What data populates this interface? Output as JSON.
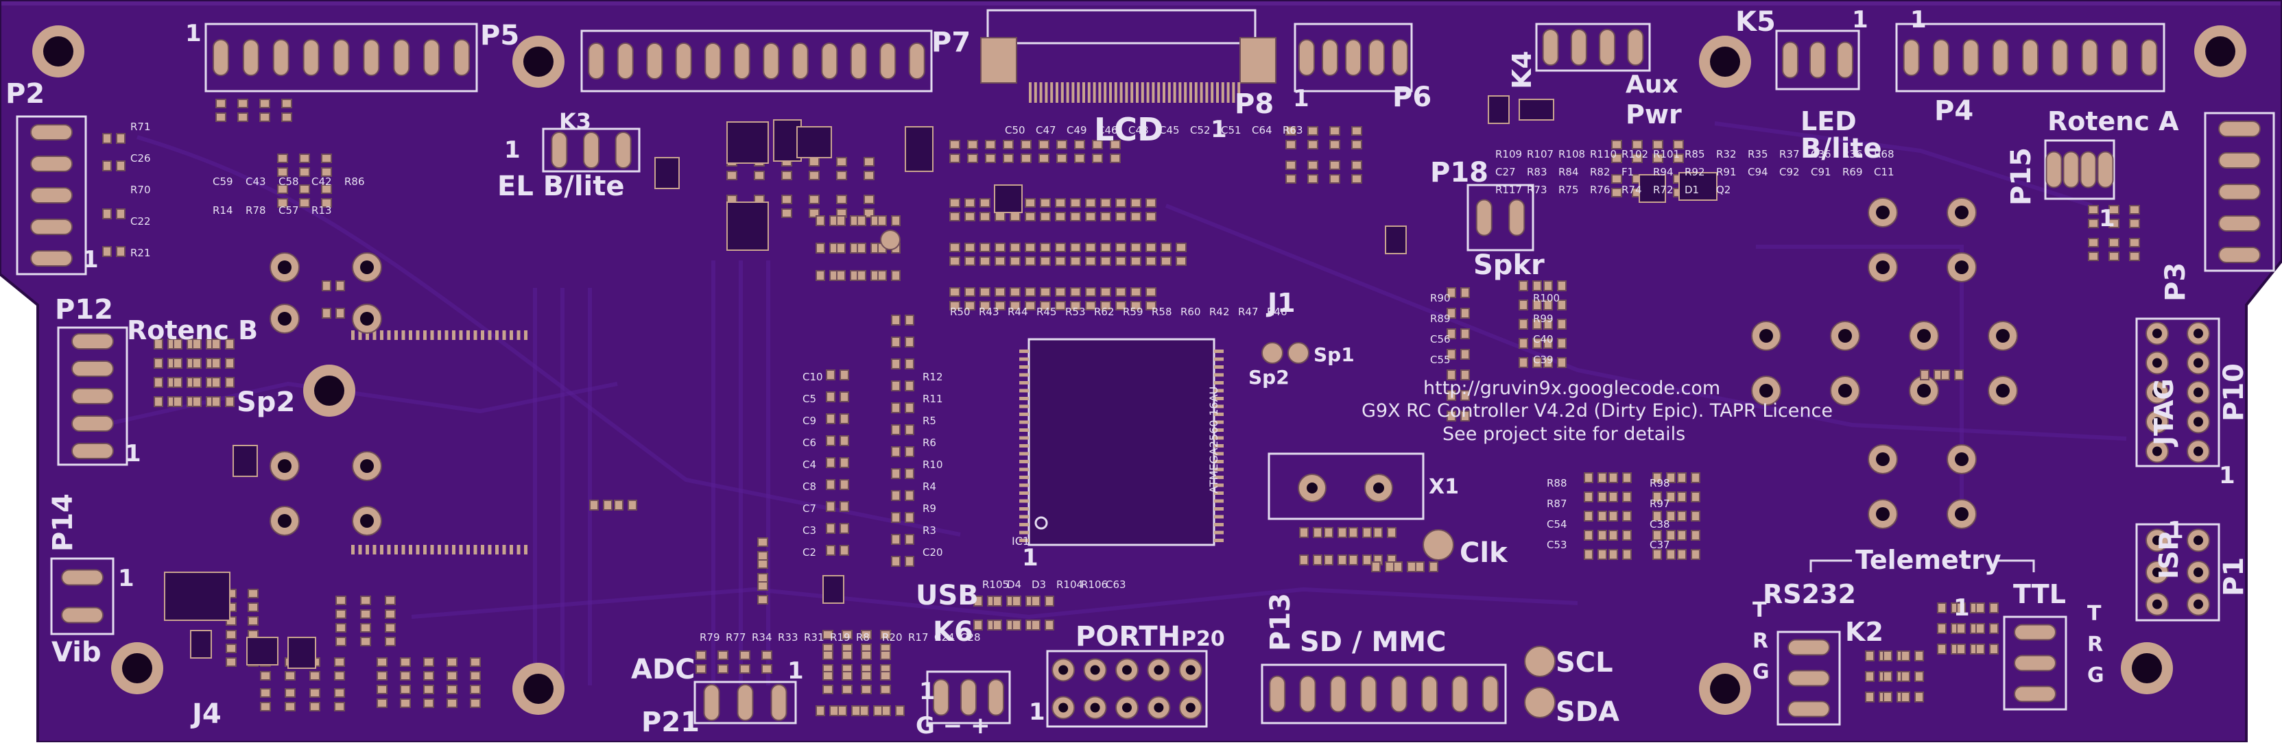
{
  "board": {
    "info_line1": "http://gruvin9x.googlecode.com",
    "info_line2": "G9X RC Controller V4.2d (Dirty Epic). TAPR Licence",
    "info_line3": "See project site for details",
    "ic_text": "ATMEGA2560-16AU",
    "ic_ref": "IC1"
  },
  "labels": {
    "p2": "P2",
    "p5": "P5",
    "p7": "P7",
    "p8": "P8",
    "p6": "P6",
    "p4": "P4",
    "p3": "P3",
    "p15": "P15",
    "p10": "P10",
    "p1": "P1",
    "p12": "P12",
    "p14": "P14",
    "p18": "P18",
    "p13": "P13",
    "p20": "P20",
    "p21": "P21",
    "k3": "K3",
    "k4": "K4",
    "k5": "K5",
    "k6": "K6",
    "k2": "K2",
    "j1": "J1",
    "j4": "J4",
    "lcd": "LCD",
    "el_blite": "EL B/lite",
    "led_blite1": "LED",
    "led_blite2": "B/lite",
    "aux": "Aux",
    "pwr": "Pwr",
    "rotenc_a": "Rotenc A",
    "rotenc_b": "Rotenc B",
    "spkr": "Spkr",
    "sp2": "Sp2",
    "sp1": "Sp1",
    "sp2_small": "Sp2",
    "jtag": "JTAG",
    "isp": "ISP",
    "vib": "Vib",
    "telemetry": "Telemetry",
    "rs232": "RS232",
    "ttl": "TTL",
    "sd_mmc": "SD / MMC",
    "scl": "SCL",
    "sda": "SDA",
    "clk": "Clk",
    "x1": "X1",
    "usb": "USB",
    "porth": "PORTH",
    "adc": "ADC",
    "g_minus_plus": "G − +",
    "one": "1",
    "t": "T",
    "r": "R",
    "g": "G"
  },
  "parts": {
    "left_col": [
      "R71",
      "C26",
      "R70",
      "C22",
      "R21"
    ],
    "top_left": [
      "C59",
      "C43",
      "C58",
      "C42",
      "R86",
      "R14",
      "R78",
      "C57",
      "R13"
    ],
    "caps_mid": [
      "C10",
      "C5",
      "C9",
      "C6",
      "C4",
      "C8",
      "C7",
      "C3",
      "C2"
    ],
    "res_mid": [
      "R12",
      "R11",
      "R5",
      "R6",
      "R10",
      "R4",
      "R9",
      "R3",
      "C20"
    ],
    "lcd_row": [
      "C50",
      "C47",
      "C49",
      "C46",
      "C48",
      "C45",
      "C52",
      "C51",
      "C64",
      "R63"
    ],
    "lcd_row2": [
      "R50",
      "R43",
      "R44",
      "R45",
      "R53",
      "R62",
      "R59",
      "R58",
      "R60",
      "R42",
      "R47",
      "R46"
    ],
    "right_block": [
      "R90",
      "R100",
      "R89",
      "R99",
      "C56",
      "C40",
      "C55",
      "C39"
    ],
    "right_block2": [
      "R88",
      "R98",
      "R87",
      "R97",
      "C54",
      "C38",
      "C53",
      "C37"
    ],
    "bottom_mid": [
      "R79",
      "R77",
      "R34",
      "R33",
      "R31",
      "R19",
      "R8",
      "R20",
      "R17",
      "C24",
      "C28"
    ],
    "usb_parts": [
      "R105",
      "D4",
      "D3",
      "R104",
      "R106",
      "C63"
    ],
    "misc": [
      "R109",
      "R107",
      "R108",
      "R110",
      "R102",
      "R101",
      "R85",
      "R32",
      "R35",
      "R37",
      "C36",
      "R36",
      "R68",
      "C27",
      "R83",
      "R84",
      "R82",
      "F1",
      "R94",
      "R92",
      "R91",
      "C94",
      "C92",
      "C91",
      "R69",
      "C11",
      "R117",
      "R73",
      "R75",
      "R76",
      "R74",
      "R72",
      "D1",
      "Q2"
    ]
  },
  "colors": {
    "board": "#4b1378",
    "board_edge": "#2a0a46",
    "silkscreen": "#e9e3f4",
    "pad": "#c9a48f",
    "hole": "#15041f"
  }
}
